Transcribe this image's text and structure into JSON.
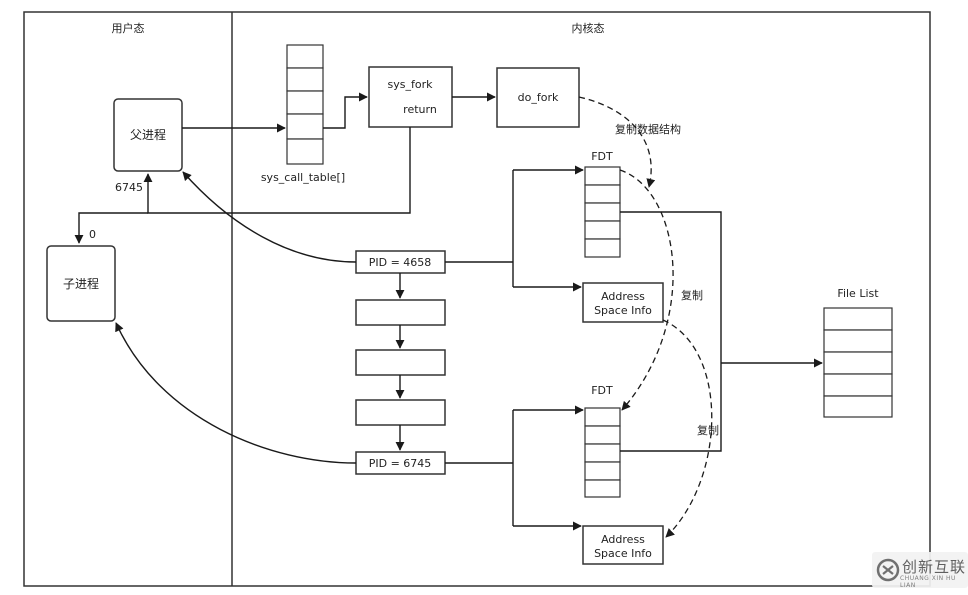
{
  "regions": {
    "user_space": "用户态",
    "kernel_space": "内核态"
  },
  "nodes": {
    "parent_process": "父进程",
    "child_process": "子进程",
    "parent_return": "6745",
    "child_return": "0",
    "syscall_table": "sys_call_table[]",
    "sys_fork": "sys_fork",
    "sys_fork_return": "return",
    "do_fork": "do_fork",
    "copy_data_structures": "复制数据结构",
    "fdt_top": "FDT",
    "fdt_bottom": "FDT",
    "address_space_top_line1": "Address",
    "address_space_top_line2": "Space Info",
    "address_space_bottom_line1": "Address",
    "address_space_bottom_line2": "Space Info",
    "copy_label_top": "复制",
    "copy_label_bottom": "复制",
    "pid_parent": "PID = 4658",
    "pid_child": "PID = 6745",
    "file_list": "File List"
  },
  "watermark": {
    "brand": "创新互联",
    "sub": "CHUANG XIN HU LIAN"
  },
  "colors": {
    "line": "#1a1a1a",
    "border": "#333333",
    "background": "#ffffff"
  }
}
